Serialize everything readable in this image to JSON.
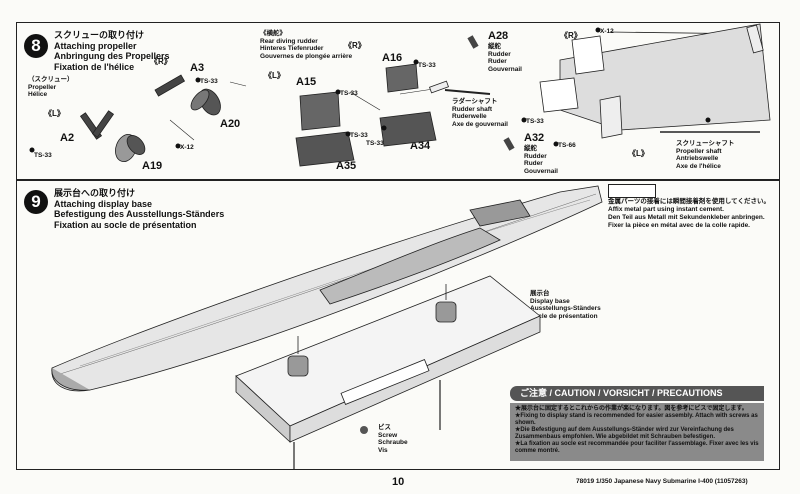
{
  "step8": {
    "number": "8",
    "title": "スクリューの取り付け\nAttaching propeller\nAnbringung des Propellers\nFixation de l'hélice",
    "screw_label": "（スクリュー）\nPropeller\nHélice",
    "mark_r1": "《R》",
    "mark_l1": "《L》",
    "rudder_title": "《横舵》\nRear diving rudder\nHinteres Tiefenruder\nGouvernes de plongée arrière",
    "mark_r2": "《R》",
    "mark_l2": "《L》",
    "rudder_shaft": "ラダーシャフト\nRudder shaft\nRuderwelle\nAxe de gouvernail",
    "a28_part": "A28",
    "a28_desc": "縦舵\nRudder\nRuder\nGouvernail",
    "a32_part": "A32",
    "a32_desc": "縦舵\nRudder\nRuder\nGouvernail",
    "prop_shaft": "スクリューシャフト\nPropeller shaft\nAntriebswelle\nAxe de l'hélice",
    "mark_r3": "《R》",
    "mark_l3": "《L》",
    "parts": {
      "a3": "A3",
      "a20": "A20",
      "a2": "A2",
      "a19": "A19",
      "a16": "A16",
      "a15": "A15",
      "a34": "A34",
      "a35": "A35"
    },
    "screws": {
      "ts33": "TS-33",
      "x12": "X-12",
      "ts66": "TS-66"
    }
  },
  "step9": {
    "number": "9",
    "title": "展示台への取り付け\nAttaching display base\nBefestigung des Ausstellungs-Ständers\nFixation au socle de présentation",
    "glue_note": "金属パーツの接着には瞬間接着剤を使用してください。\nAffix metal part using instant cement.\nDen Teil aus Metall mit Sekundenkleber anbringen.\nFixer la pièce en métal avec de la colle rapide.",
    "display_base": "展示台\nDisplay base\nAusstellungs-Ständers\nSocle de présentation",
    "screw": "ビス\nScrew\nSchraube\nVis"
  },
  "caution": {
    "title": "ご注意 / CAUTION / VORSICHT / PRECAUTIONS",
    "body": "★展示台に固定するとこれからの作業が楽になります。図を参考にビスで固定します。\n★Fixing to display stand is recommended for easier assembly. Attach with screws as shown.\n★Die Befestigung auf dem Ausstellungs-Ständer wird zur Vereinfachung des Zusammenbaus empfohlen. Wie abgebildet mit Schrauben befestigen.\n★La fixation au socle est recommandée pour faciliter l'assemblage. Fixer avec les vis comme montré."
  },
  "footer": {
    "page": "10",
    "code": "78019 1/350 Japanese Navy Submarine I-400 (11057263)"
  }
}
